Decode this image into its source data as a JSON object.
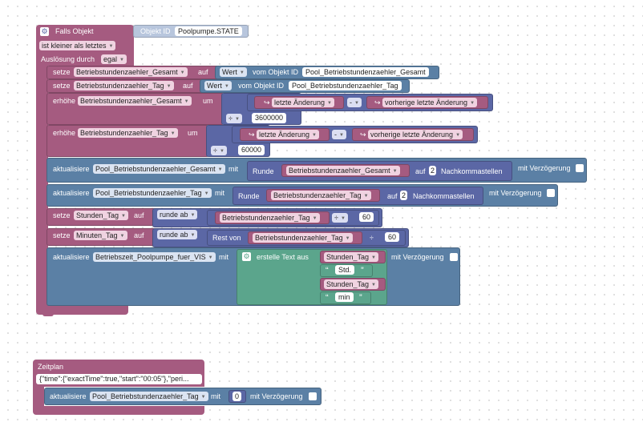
{
  "trigger": {
    "title": "Falls Objekt",
    "object_id_label": "Objekt ID",
    "object_id_value": "Poolpumpe.STATE",
    "condition": "ist kleiner als letztes",
    "trigger_label": "Auslösung durch",
    "trigger_value": "egal"
  },
  "row1": {
    "set": "setze",
    "var": "Betriebstundenzaehler_Gesamt",
    "on": "auf",
    "value": "Wert",
    "from": "vom Objekt ID",
    "object": "Pool_Betriebstundenzaehler_Gesamt"
  },
  "row2": {
    "set": "setze",
    "var": "Betriebstundenzaehler_Tag",
    "on": "auf",
    "value": "Wert",
    "from": "vom Objekt ID",
    "object": "Pool_Betriebstundenzaehler_Tag"
  },
  "row3": {
    "inc": "erhöhe",
    "var": "Betriebstundenzaehler_Gesamt",
    "by": "um",
    "last": "letzte Änderung",
    "op": "-",
    "prev": "vorherige letzte Änderung",
    "div": "÷",
    "divisor": "3600000"
  },
  "row4": {
    "inc": "erhöhe",
    "var": "Betriebstundenzaehler_Tag",
    "by": "um",
    "last": "letzte Änderung",
    "op": "-",
    "prev": "vorherige letzte Änderung",
    "div": "÷",
    "divisor": "60000"
  },
  "row5": {
    "update": "aktualisiere",
    "object": "Pool_Betriebstundenzaehler_Gesamt",
    "with": "mit",
    "round": "Runde",
    "var": "Betriebstundenzaehler_Gesamt",
    "to": "auf",
    "digits": "2",
    "decimals": "Nachkommastellen",
    "delay": "mit Verzögerung"
  },
  "row6": {
    "update": "aktualisiere",
    "object": "Pool_Betriebstundenzaehler_Tag",
    "with": "mit",
    "round": "Runde",
    "var": "Betriebstundenzaehler_Tag",
    "to": "auf",
    "digits": "2",
    "decimals": "Nachkommastellen",
    "delay": "mit Verzögerung"
  },
  "row7": {
    "set": "setze",
    "var": "Stunden_Tag",
    "on": "auf",
    "round_down": "runde ab",
    "src": "Betriebstundenzaehler_Tag",
    "div": "÷",
    "divisor": "60"
  },
  "row8": {
    "set": "setze",
    "var": "Minuten_Tag",
    "on": "auf",
    "round_down": "runde ab",
    "rest": "Rest von",
    "src": "Betriebstundenzaehler_Tag",
    "div": "÷",
    "divisor": "60"
  },
  "row9": {
    "update": "aktualisiere",
    "object": "Betriebszeit_Poolpumpe_fuer_VIS",
    "with": "mit",
    "create_text": "erstelle Text aus",
    "item1": "Stunden_Tag",
    "item2": "Std.",
    "item3": "Stunden_Tag",
    "item4": "min",
    "delay": "mit Verzögerung"
  },
  "schedule": {
    "title": "Zeitplan",
    "spec": "{\"time\":{\"exactTime\":true,\"start\":\"00:05\"},\"peri...",
    "update": "aktualisiere",
    "object": "Pool_Betriebstundenzaehler_Tag",
    "with": "mit",
    "value": "0",
    "delay": "mit Verzögerung"
  },
  "colors": {
    "event": "#a55b80",
    "system": "#5b80a5",
    "math": "#5b67a5",
    "text": "#5ba58c"
  },
  "icons": {
    "settings": "gear-icon",
    "dropdown": "dropdown-arrow-icon",
    "checkbox": "checkbox-icon",
    "variable-getter": "variable-arrow-icon"
  }
}
